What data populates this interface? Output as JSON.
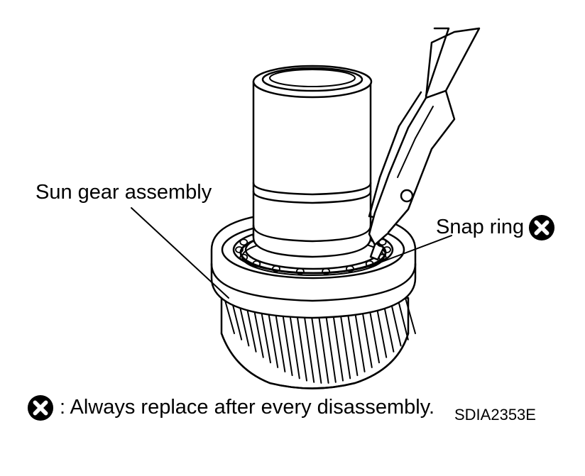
{
  "labels": {
    "sun_gear_assembly": "Sun gear assembly",
    "snap_ring": "Snap ring",
    "note": ": Always replace after every disassembly.",
    "figure_code": "SDIA2353E"
  },
  "icons": {
    "replace_mark": "circled-x-icon"
  },
  "colors": {
    "line": "#000000",
    "background": "#ffffff"
  }
}
